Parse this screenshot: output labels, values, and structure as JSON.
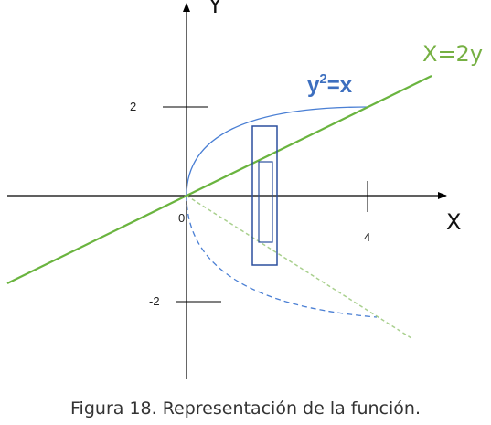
{
  "figure": {
    "axis_x_label": "X",
    "axis_y_label": "Y",
    "curve_equation_base": "y",
    "curve_equation_exp": "2",
    "curve_equation_rest": "=x",
    "line_equation": "X=2y",
    "ticks": {
      "origin": "0",
      "x4": "4",
      "y2": "2",
      "yneg2": "-2"
    },
    "colors": {
      "curve": "#4a7fd4",
      "line": "#6ab43f",
      "rect": "#2b4f9e",
      "axes": "#000000"
    }
  },
  "caption": "Figura 18. Representación de la función."
}
